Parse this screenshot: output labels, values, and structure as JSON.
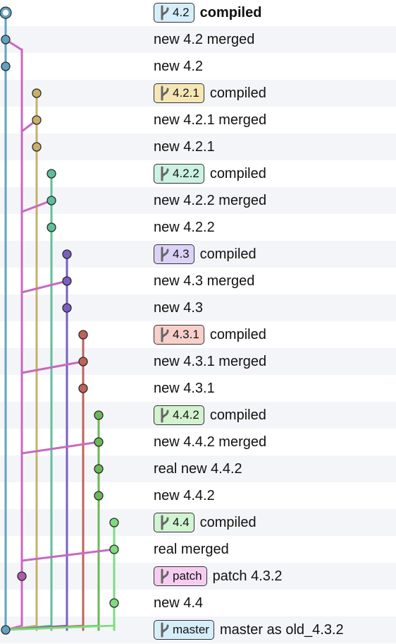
{
  "colors": {
    "lane0": "#5fa3c0",
    "pink": "#c768c2",
    "v421": "#c8b067",
    "v422": "#5fbf9a",
    "v43": "#7a5fc0",
    "v431": "#c0625a",
    "v442": "#6ab85a",
    "v44": "#7ddc7e",
    "patch_dot": "#b05aa8"
  },
  "commits": [
    {
      "badge": "4.2",
      "badge_color": "#d6eefa",
      "message": "compiled",
      "bold": true,
      "selected": true
    },
    {
      "badge": "",
      "message": "new 4.2 merged"
    },
    {
      "badge": "",
      "message": "new 4.2"
    },
    {
      "badge": "4.2.1",
      "badge_color": "#f5e7b5",
      "message": "compiled"
    },
    {
      "badge": "",
      "message": "new 4.2.1 merged"
    },
    {
      "badge": "",
      "message": "new 4.2.1"
    },
    {
      "badge": "4.2.2",
      "badge_color": "#cbf2e3",
      "message": "compiled"
    },
    {
      "badge": "",
      "message": "new 4.2.2 merged"
    },
    {
      "badge": "",
      "message": "new 4.2.2"
    },
    {
      "badge": "4.3",
      "badge_color": "#dcd2f7",
      "message": "compiled"
    },
    {
      "badge": "",
      "message": "new 4.3 merged"
    },
    {
      "badge": "",
      "message": "new 4.3"
    },
    {
      "badge": "4.3.1",
      "badge_color": "#f8cfcb",
      "message": "compiled"
    },
    {
      "badge": "",
      "message": "new 4.3.1 merged"
    },
    {
      "badge": "",
      "message": "new 4.3.1"
    },
    {
      "badge": "4.4.2",
      "badge_color": "#d3f2ce",
      "message": "compiled"
    },
    {
      "badge": "",
      "message": "new 4.4.2 merged"
    },
    {
      "badge": "",
      "message": "real new 4.4.2"
    },
    {
      "badge": "",
      "message": "new 4.4.2"
    },
    {
      "badge": "4.4",
      "badge_color": "#d1f4d3",
      "message": "compiled"
    },
    {
      "badge": "",
      "message": "real merged"
    },
    {
      "badge": "patch",
      "badge_color": "#f6cdf1",
      "message": "patch 4.3.2"
    },
    {
      "badge": "",
      "message": "new 4.4"
    },
    {
      "badge": "master",
      "badge_color": "#d6eefa",
      "message": "master as old_4.3.2"
    }
  ]
}
